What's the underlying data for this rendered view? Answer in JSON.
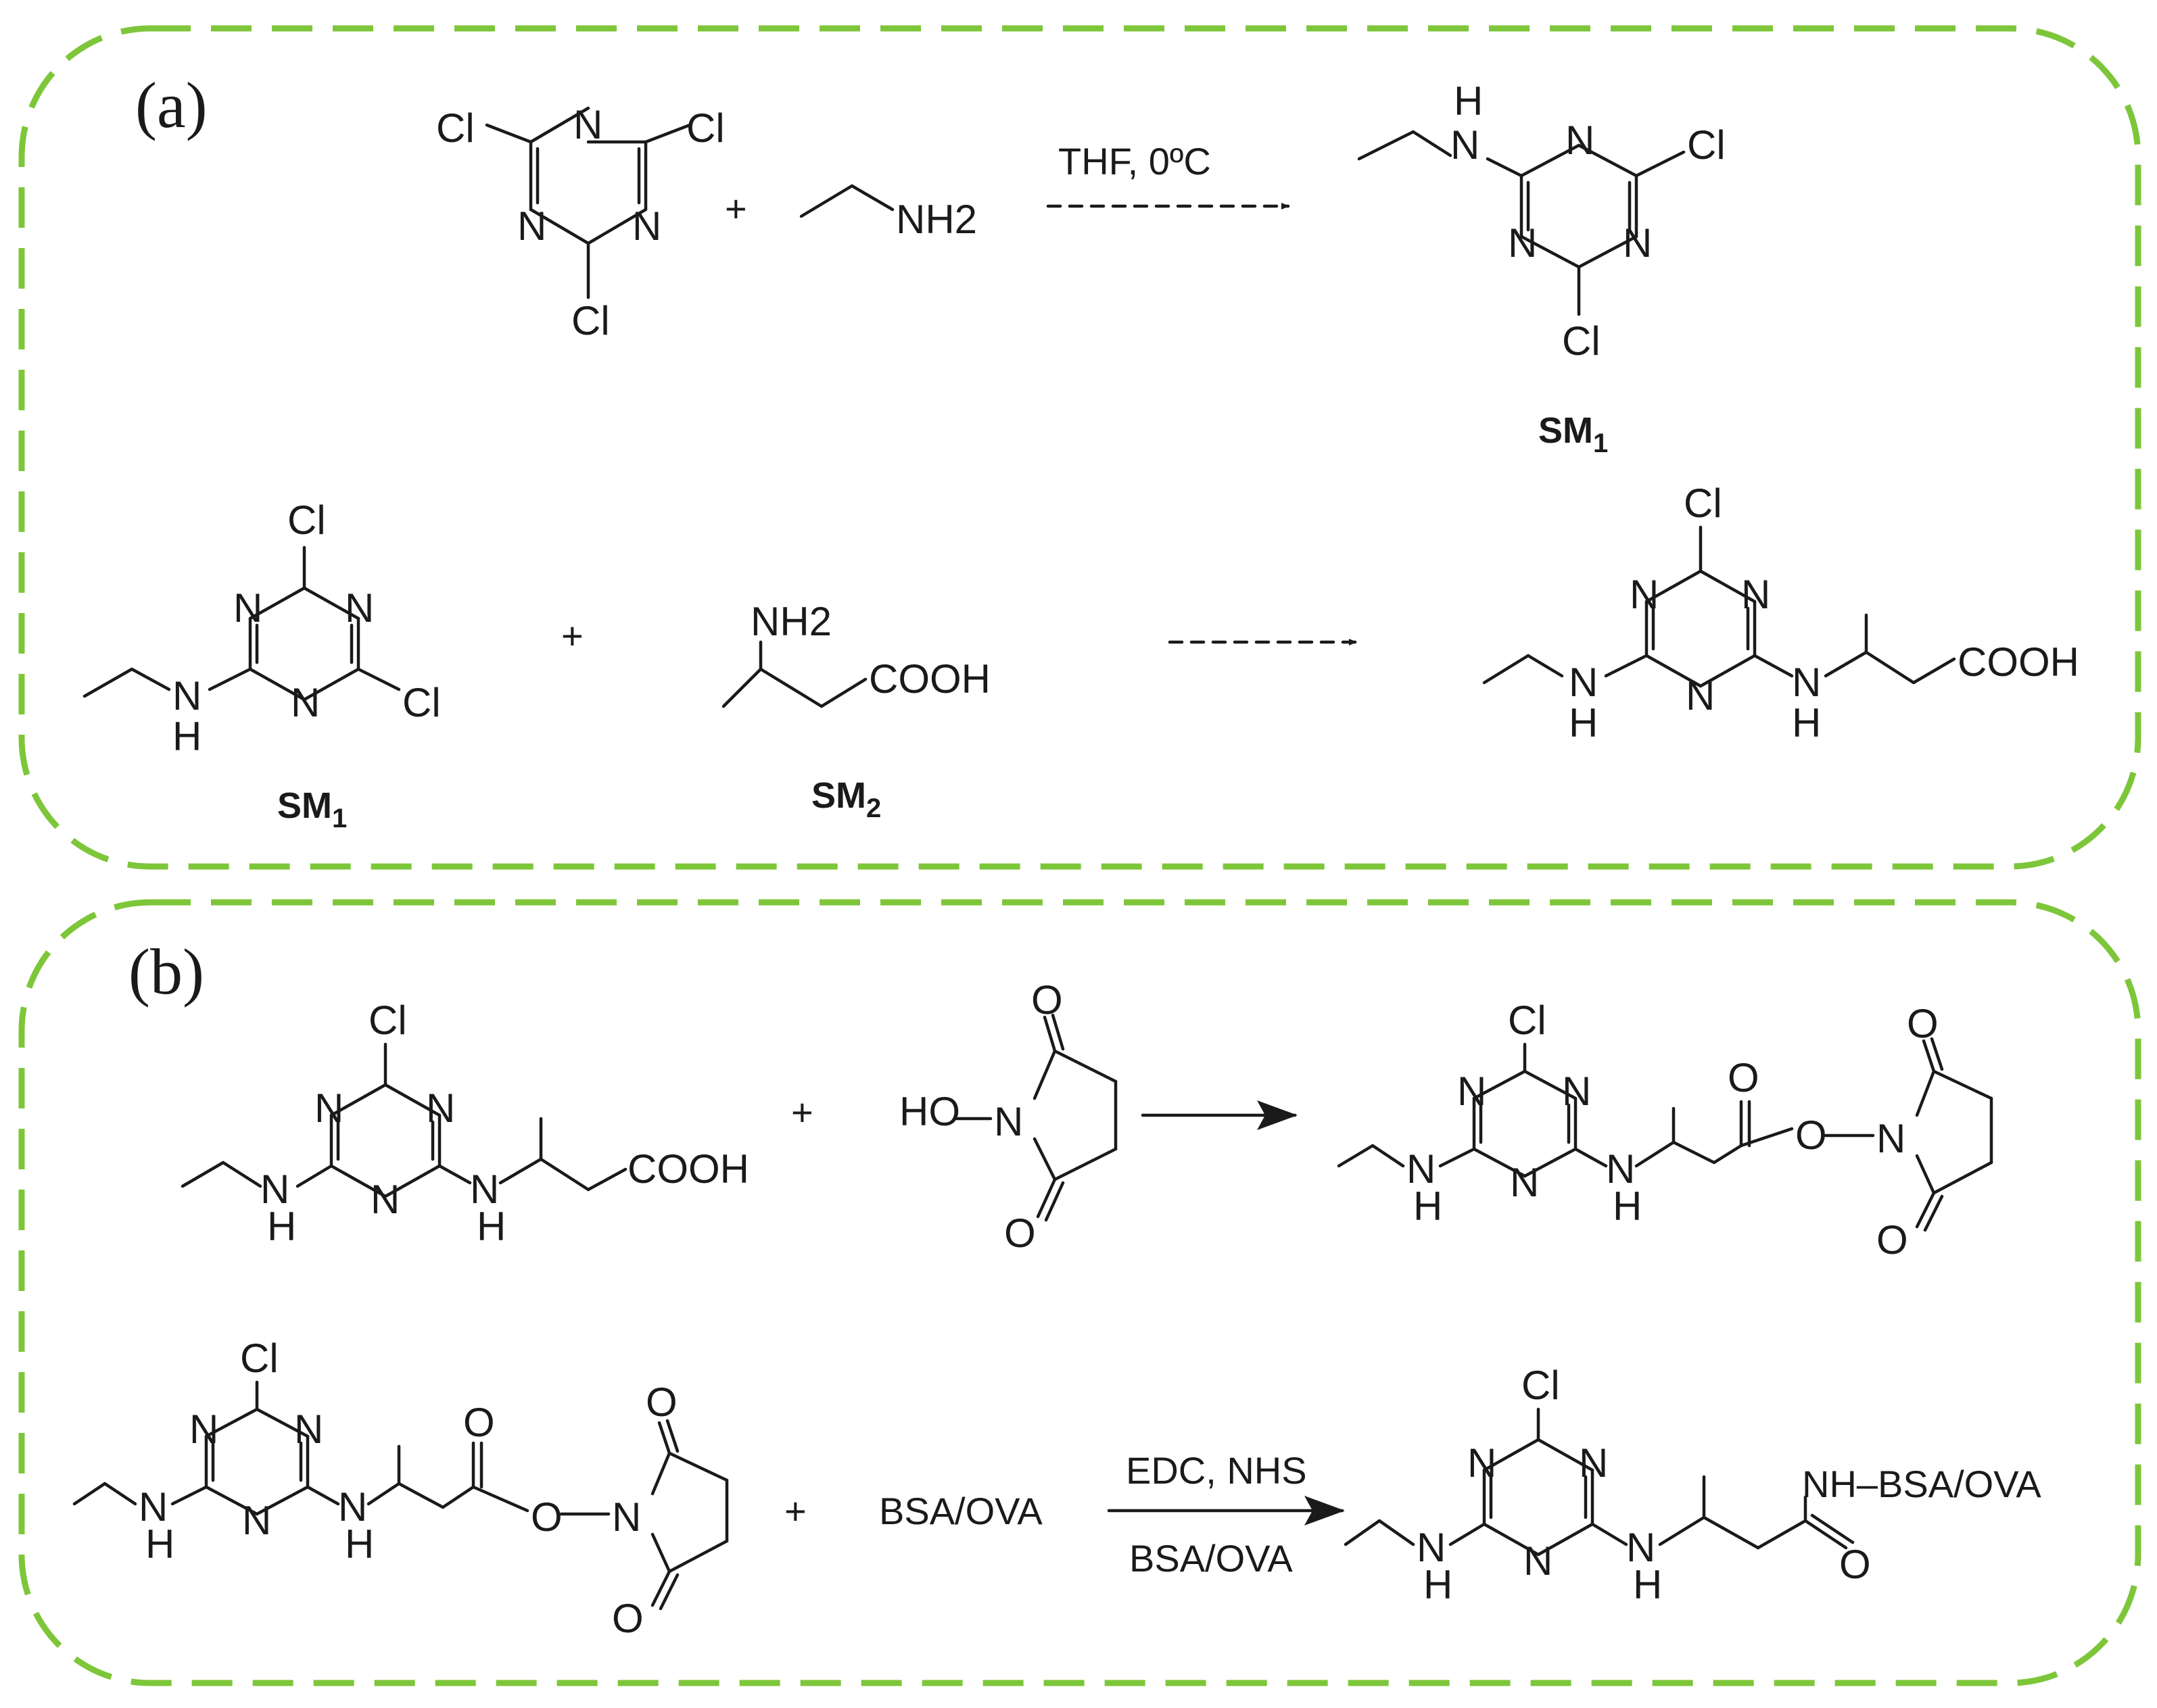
{
  "colors": {
    "frame": "#7dc63a",
    "ink": "#1a1a1a",
    "background": "#ffffff"
  },
  "panel_a": {
    "label": "(a)",
    "reaction1": {
      "condition": "THF, 0ºC",
      "plus": "+",
      "product_label": "SM",
      "product_label_sub": "1"
    },
    "reaction2": {
      "plus": "+",
      "reactant1_label": "SM",
      "reactant1_label_sub": "1",
      "reactant2_label": "SM",
      "reactant2_label_sub": "2"
    }
  },
  "panel_b": {
    "label": "(b)",
    "reaction1": {
      "plus": "+"
    },
    "reaction2": {
      "plus": "+",
      "reagent": "BSA/OVA",
      "condition_top": "EDC, NHS",
      "condition_bottom": "BSA/OVA",
      "product_tag": "NH–BSA/OVA"
    }
  },
  "atoms": {
    "Cl": "Cl",
    "N": "N",
    "H": "H",
    "NH": "NH",
    "NH2": "NH2",
    "COOH": "COOH",
    "O": "O",
    "HO": "HO"
  }
}
